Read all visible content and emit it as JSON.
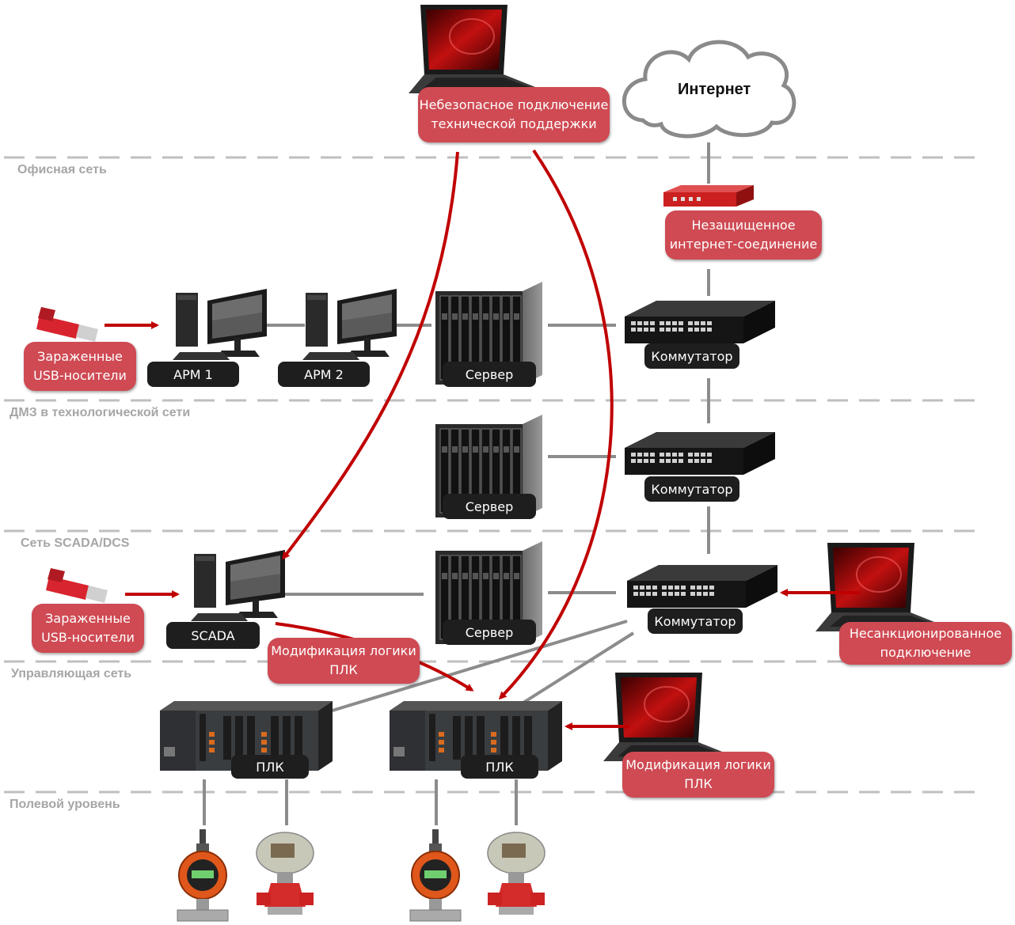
{
  "zones": {
    "office": "Офисная сеть",
    "dmz": "ДМЗ в технологической сети",
    "scada": "Сеть SCADA/DCS",
    "control": "Управляющая сеть",
    "field": "Полевой уровень"
  },
  "cloud": {
    "label": "Интернет"
  },
  "threats": {
    "support": "Небезопасное подключение технической поддержки",
    "internet": "Незащищенное интернет-соединение",
    "usb1": "Зараженные USB-носители",
    "usb2": "Зараженные USB-носители",
    "plc_mod1": "Модификация логики ПЛК",
    "plc_mod2": "Модификация логики ПЛК",
    "unauth": "Несанкционированное подключение"
  },
  "devices": {
    "arm1": "АРМ 1",
    "arm2": "АРМ 2",
    "server1": "Сервер",
    "server2": "Сервер",
    "server3": "Сервер",
    "switch1": "Коммутатор",
    "switch2": "Коммутатор",
    "switch3": "Коммутатор",
    "scada": "SCADA",
    "plc1": "ПЛК",
    "plc2": "ПЛК"
  },
  "colors": {
    "threat_box": "#cf4a53",
    "arrow": "#c00000",
    "device_label": "#1e1e1e",
    "link": "#8c8c8c",
    "zone_divider": "#bfbfbf"
  }
}
